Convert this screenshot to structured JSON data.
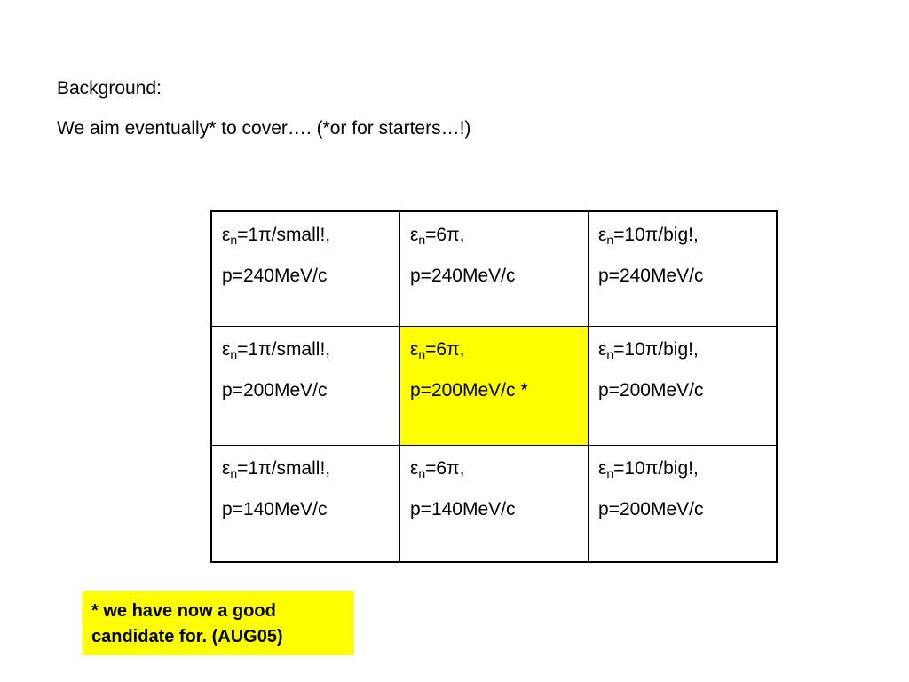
{
  "slide": {
    "heading": "Background:",
    "subheading": "We aim eventually* to cover…. (*or for starters…!)"
  },
  "table": {
    "rows": [
      [
        {
          "symbol": "ε",
          "subscript": "n",
          "emittance": "=1π/small!,",
          "momentum": "p=240MeV/c"
        },
        {
          "symbol": "ε",
          "subscript": "n",
          "emittance": "=6π,",
          "momentum": "p=240MeV/c"
        },
        {
          "symbol": "ε",
          "subscript": "n",
          "emittance": "=10π/big!,",
          "momentum": "p=240MeV/c"
        }
      ],
      [
        {
          "symbol": "ε",
          "subscript": "n",
          "emittance": "=1π/small!,",
          "momentum": "p=200MeV/c"
        },
        {
          "symbol": "ε",
          "subscript": "n",
          "emittance": "=6π,",
          "momentum": "p=200MeV/c *",
          "highlighted": true
        },
        {
          "symbol": "ε",
          "subscript": "n",
          "emittance": "=10π/big!,",
          "momentum": "p=200MeV/c"
        }
      ],
      [
        {
          "symbol": "ε",
          "subscript": "n",
          "emittance": "=1π/small!,",
          "momentum": "p=140MeV/c"
        },
        {
          "symbol": "ε",
          "subscript": "n",
          "emittance": "=6π,",
          "momentum": "p=140MeV/c"
        },
        {
          "symbol": "ε",
          "subscript": "n",
          "emittance": "=10π/big!,",
          "momentum": "p=200MeV/c"
        }
      ]
    ],
    "highlight_color": "#ffff00",
    "border_color": "#000000"
  },
  "note": {
    "line1": "* we have now a good",
    "line2": "candidate for. (AUG05)",
    "background": "#ffff00"
  }
}
